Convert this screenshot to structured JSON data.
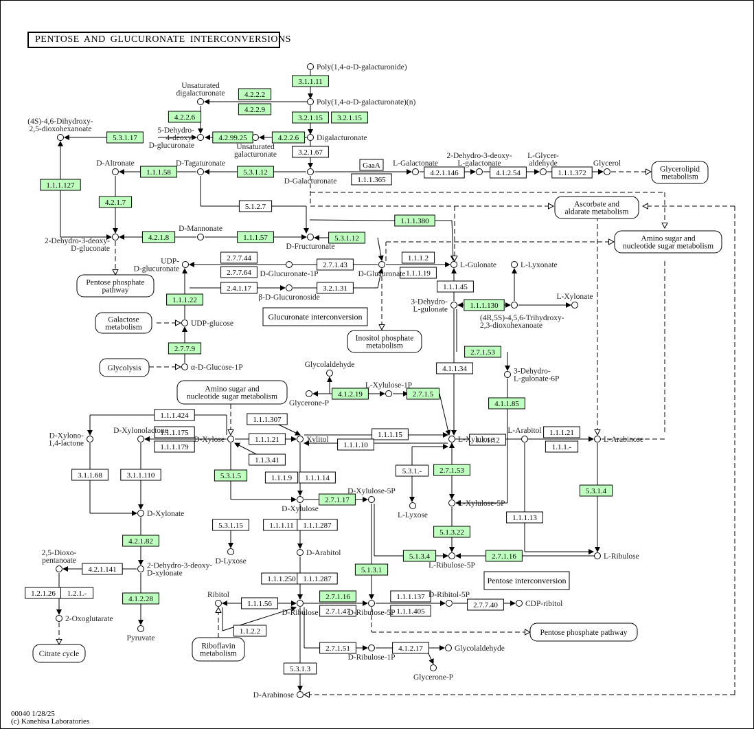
{
  "title": "PENTOSE AND GLUCURONATE INTERCONVERSIONS",
  "footer": {
    "map_id_date": "00040 1/28/25",
    "copyright": "(c) Kanehisa Laboratories"
  },
  "colors": {
    "highlight_enzyme": "#bfffbf",
    "plain_enzyme": "#ffffff",
    "line": "#000000"
  },
  "compounds": [
    {
      "id": "polygal",
      "label": "Poly(1,4-α-D-galacturonide)"
    },
    {
      "id": "polygaln",
      "label": "Poly(1,4-α-D-galacturonate)(n)"
    },
    {
      "id": "unsatdigal",
      "label": "Unsaturated digalacturonate"
    },
    {
      "id": "digal",
      "label": "Digalacturonate"
    },
    {
      "id": "unsatgal",
      "label": "Unsaturated galacturonate"
    },
    {
      "id": "dehydrodeoxyglcA",
      "label": "5-Dehydro-4-deoxy-D-glucuronate"
    },
    {
      "id": "dihydroxydioxo",
      "label": "(4S)-4,6-Dihydroxy-2,5-dioxohexanoate"
    },
    {
      "id": "galA",
      "label": "D-Galacturonate"
    },
    {
      "id": "tagaturonate",
      "label": "D-Tagaturonate"
    },
    {
      "id": "altronate",
      "label": "D-Altronate"
    },
    {
      "id": "lgalactonate",
      "label": "L-Galactonate"
    },
    {
      "id": "dhdlgalactonate",
      "label": "2-Dehydro-3-deoxy-L-galactonate"
    },
    {
      "id": "lglyceraldehyde",
      "label": "L-Glycer-aldehyde"
    },
    {
      "id": "glycerol",
      "label": "Glycerol"
    },
    {
      "id": "mannonate",
      "label": "D-Mannonate"
    },
    {
      "id": "fructuronate",
      "label": "D-Fructuronate"
    },
    {
      "id": "kdg",
      "label": "2-Dehydro-3-deoxy-D-gluconate"
    },
    {
      "id": "udpglcA",
      "label": "UDP-D-glucuronate"
    },
    {
      "id": "glcA1p",
      "label": "D-Glucuronate-1P"
    },
    {
      "id": "glcA",
      "label": "D-Glucuronate"
    },
    {
      "id": "glucuronoside",
      "label": "β-D-Glucuronoside"
    },
    {
      "id": "lgulonate",
      "label": "L-Gulonate"
    },
    {
      "id": "llyxonate",
      "label": "L-Lyxonate"
    },
    {
      "id": "dehydrogulonate",
      "label": "3-Dehydro-L-gulonate"
    },
    {
      "id": "trihydroxy",
      "label": "(4R,5S)-4,5,6-Trihydroxy-2,3-dioxohexanoate"
    },
    {
      "id": "lxylonate",
      "label": "L-Xylonate"
    },
    {
      "id": "udpglc",
      "label": "UDP-glucose"
    },
    {
      "id": "glc1p",
      "label": "α-D-Glucose-1P"
    },
    {
      "id": "dehydrogulonate6p",
      "label": "3-Dehydro-L-gulonate-6P"
    },
    {
      "id": "glycolaldehyde1",
      "label": "Glycolaldehyde"
    },
    {
      "id": "glyceroneP1",
      "label": "Glycerone-P"
    },
    {
      "id": "lxylulose1p",
      "label": "L-Xylulose-1P"
    },
    {
      "id": "xylonolactone14",
      "label": "D-Xylono-1,4-lactone"
    },
    {
      "id": "xylonolactone",
      "label": "D-Xylonolactone"
    },
    {
      "id": "dxylose",
      "label": "D-Xylose"
    },
    {
      "id": "xylitol",
      "label": "Xylitol"
    },
    {
      "id": "lxylulose",
      "label": "L-Xylulose"
    },
    {
      "id": "larabitol",
      "label": "L-Arabitol"
    },
    {
      "id": "larabinose",
      "label": "L-Arabinose"
    },
    {
      "id": "dxylonate",
      "label": "D-Xylonate"
    },
    {
      "id": "dxylulose",
      "label": "D-Xylulose"
    },
    {
      "id": "dxylulose5p",
      "label": "D-Xylulose-5P"
    },
    {
      "id": "llyxose",
      "label": "L-Lyxose"
    },
    {
      "id": "lxylulose5p",
      "label": "L-Xylulose-5P"
    },
    {
      "id": "dlyxose",
      "label": "D-Lyxose"
    },
    {
      "id": "darabitol",
      "label": "D-Arabitol"
    },
    {
      "id": "lribulose5p",
      "label": "L-Ribulose-5P"
    },
    {
      "id": "lribulose",
      "label": "L-Ribulose"
    },
    {
      "id": "dioxopentanoate",
      "label": "2,5-Dioxo-pentanoate"
    },
    {
      "id": "dhdxylonate",
      "label": "2-Dehydro-3-deoxy-D-xylonate"
    },
    {
      "id": "oxoglutarate",
      "label": "2-Oxoglutarate"
    },
    {
      "id": "pyruvate",
      "label": "Pyruvate"
    },
    {
      "id": "ribitol",
      "label": "Ribitol"
    },
    {
      "id": "dribulose",
      "label": "D-Ribulose"
    },
    {
      "id": "dribulose5p",
      "label": "D-Ribulose-5P"
    },
    {
      "id": "dribitol5p",
      "label": "D-Ribitol-5P"
    },
    {
      "id": "cdpribitol",
      "label": "CDP-ribitol"
    },
    {
      "id": "dribulose1p",
      "label": "D-Ribulose-1P"
    },
    {
      "id": "glycolaldehyde2",
      "label": "Glycolaldehyde"
    },
    {
      "id": "glyceroneP2",
      "label": "Glycerone-P"
    },
    {
      "id": "darabinose",
      "label": "D-Arabinose"
    }
  ],
  "enzymes": [
    {
      "label": "3.1.1.11",
      "highlight": true
    },
    {
      "label": "4.2.2.2",
      "highlight": true
    },
    {
      "label": "4.2.2.9",
      "highlight": true
    },
    {
      "label": "3.2.1.15",
      "highlight": true
    },
    {
      "label": "3.2.1.15",
      "highlight": true
    },
    {
      "label": "4.2.2.6",
      "highlight": true
    },
    {
      "label": "4.2.2.6",
      "highlight": true
    },
    {
      "label": "4.2.99.25",
      "highlight": true
    },
    {
      "label": "5.3.1.17",
      "highlight": true
    },
    {
      "label": "3.2.1.67",
      "highlight": false
    },
    {
      "label": "1.1.1.58",
      "highlight": true
    },
    {
      "label": "5.3.1.12",
      "highlight": true
    },
    {
      "label": "1.1.1.127",
      "highlight": true
    },
    {
      "label": "GaaA",
      "highlight": false
    },
    {
      "label": "1.1.1.365",
      "highlight": false
    },
    {
      "label": "4.2.1.146",
      "highlight": false
    },
    {
      "label": "4.1.2.54",
      "highlight": false
    },
    {
      "label": "1.1.1.372",
      "highlight": false
    },
    {
      "label": "4.2.1.7",
      "highlight": true
    },
    {
      "label": "5.1.2.7",
      "highlight": false
    },
    {
      "label": "1.1.1.380",
      "highlight": true
    },
    {
      "label": "4.2.1.8",
      "highlight": true
    },
    {
      "label": "1.1.1.57",
      "highlight": true
    },
    {
      "label": "5.3.1.12",
      "highlight": true
    },
    {
      "label": "2.7.7.44",
      "highlight": false
    },
    {
      "label": "2.7.7.64",
      "highlight": false
    },
    {
      "label": "2.7.1.43",
      "highlight": false
    },
    {
      "label": "1.1.1.2",
      "highlight": false
    },
    {
      "label": "1.1.1.19",
      "highlight": false
    },
    {
      "label": "2.4.1.17",
      "highlight": false
    },
    {
      "label": "3.2.1.31",
      "highlight": false
    },
    {
      "label": "1.1.1.45",
      "highlight": false
    },
    {
      "label": "1.1.1.22",
      "highlight": true
    },
    {
      "label": "1.1.1.130",
      "highlight": true
    },
    {
      "label": "2.7.7.9",
      "highlight": true
    },
    {
      "label": "2.7.1.53",
      "highlight": true
    },
    {
      "label": "4.1.1.34",
      "highlight": false
    },
    {
      "label": "4.1.1.85",
      "highlight": true
    },
    {
      "label": "4.1.2.19",
      "highlight": true
    },
    {
      "label": "2.7.1.5",
      "highlight": true
    },
    {
      "label": "1.1.1.424",
      "highlight": false
    },
    {
      "label": "1.1.1.307",
      "highlight": false
    },
    {
      "label": "1.1.1.175",
      "highlight": false
    },
    {
      "label": "1.1.1.179",
      "highlight": false
    },
    {
      "label": "1.1.1.21",
      "highlight": false
    },
    {
      "label": "1.1.3.41",
      "highlight": false
    },
    {
      "label": "1.1.1.15",
      "highlight": false
    },
    {
      "label": "1.1.1.10",
      "highlight": false
    },
    {
      "label": "1.1.1.12",
      "highlight": false
    },
    {
      "label": "1.1.1.21",
      "highlight": false
    },
    {
      "label": "1.1.1.-",
      "highlight": false
    },
    {
      "label": "3.1.1.68",
      "highlight": false
    },
    {
      "label": "3.1.1.110",
      "highlight": false
    },
    {
      "label": "5.3.1.5",
      "highlight": true
    },
    {
      "label": "1.1.1.9",
      "highlight": false
    },
    {
      "label": "1.1.1.14",
      "highlight": false
    },
    {
      "label": "5.3.1.-",
      "highlight": false
    },
    {
      "label": "2.7.1.53",
      "highlight": true
    },
    {
      "label": "5.3.1.4",
      "highlight": true
    },
    {
      "label": "2.7.1.17",
      "highlight": true
    },
    {
      "label": "5.3.1.15",
      "highlight": false
    },
    {
      "label": "1.1.1.11",
      "highlight": false
    },
    {
      "label": "1.1.1.287",
      "highlight": false
    },
    {
      "label": "1.1.1.13",
      "highlight": false
    },
    {
      "label": "5.1.3.22",
      "highlight": true
    },
    {
      "label": "4.2.1.82",
      "highlight": true
    },
    {
      "label": "5.1.3.4",
      "highlight": true
    },
    {
      "label": "2.7.1.16",
      "highlight": true
    },
    {
      "label": "4.2.1.141",
      "highlight": false
    },
    {
      "label": "5.1.3.1",
      "highlight": true
    },
    {
      "label": "1.2.1.26",
      "highlight": false
    },
    {
      "label": "1.2.1.-",
      "highlight": false
    },
    {
      "label": "4.1.2.28",
      "highlight": true
    },
    {
      "label": "1.1.1.250",
      "highlight": false
    },
    {
      "label": "1.1.1.287",
      "highlight": false
    },
    {
      "label": "1.1.1.56",
      "highlight": false
    },
    {
      "label": "2.7.1.16",
      "highlight": true
    },
    {
      "label": "2.7.1.47",
      "highlight": false
    },
    {
      "label": "1.1.1.137",
      "highlight": false
    },
    {
      "label": "1.1.1.405",
      "highlight": false
    },
    {
      "label": "2.7.7.40",
      "highlight": false
    },
    {
      "label": "1.1.2.2",
      "highlight": false
    },
    {
      "label": "2.7.1.51",
      "highlight": false
    },
    {
      "label": "4.1.2.17",
      "highlight": false
    },
    {
      "label": "5.3.1.3",
      "highlight": false
    }
  ],
  "pathway_links": [
    {
      "label": "Glycerolipid metabolism"
    },
    {
      "label": "Ascorbate and aldarate metabolism"
    },
    {
      "label": "Amino sugar and nucleotide sugar metabolism"
    },
    {
      "label": "Pentose phosphate pathway"
    },
    {
      "label": "Galactose metabolism"
    },
    {
      "label": "Glycolysis"
    },
    {
      "label": "Inositol phosphate metabolism"
    },
    {
      "label": "Amino sugar and nucleotide sugar metabolism"
    },
    {
      "label": "Citrate cycle"
    },
    {
      "label": "Riboflavin metabolism"
    },
    {
      "label": "Pentose phosphate pathway"
    }
  ],
  "section_labels": [
    {
      "label": "Glucuronate interconversion"
    },
    {
      "label": "Pentose interconversion"
    }
  ]
}
